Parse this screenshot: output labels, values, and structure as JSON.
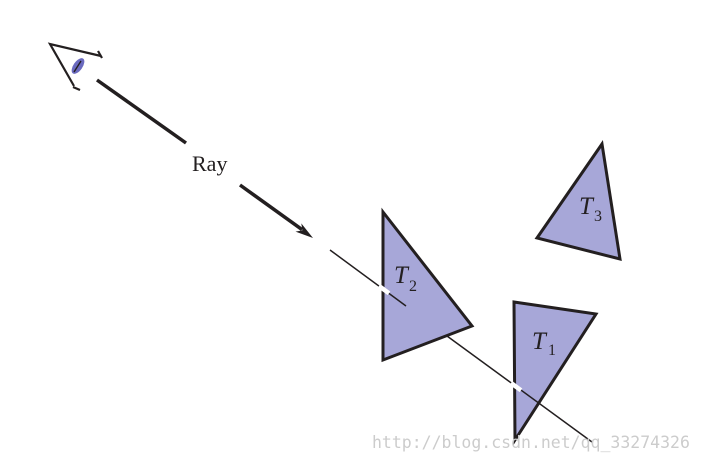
{
  "labels": {
    "ray": "Ray",
    "t1": {
      "letter": "T",
      "sub": "1"
    },
    "t2": {
      "letter": "T",
      "sub": "2"
    },
    "t3": {
      "letter": "T",
      "sub": "3"
    }
  },
  "watermark": "http://blog.csdn.net/qq_33274326",
  "icons": {
    "viewer": "eye-icon"
  },
  "colors": {
    "triangle_fill": "#a7a7d8",
    "outline": "#231f20",
    "iris": "#6a6abf",
    "background": "#ffffff",
    "watermark": "#cccccc"
  }
}
